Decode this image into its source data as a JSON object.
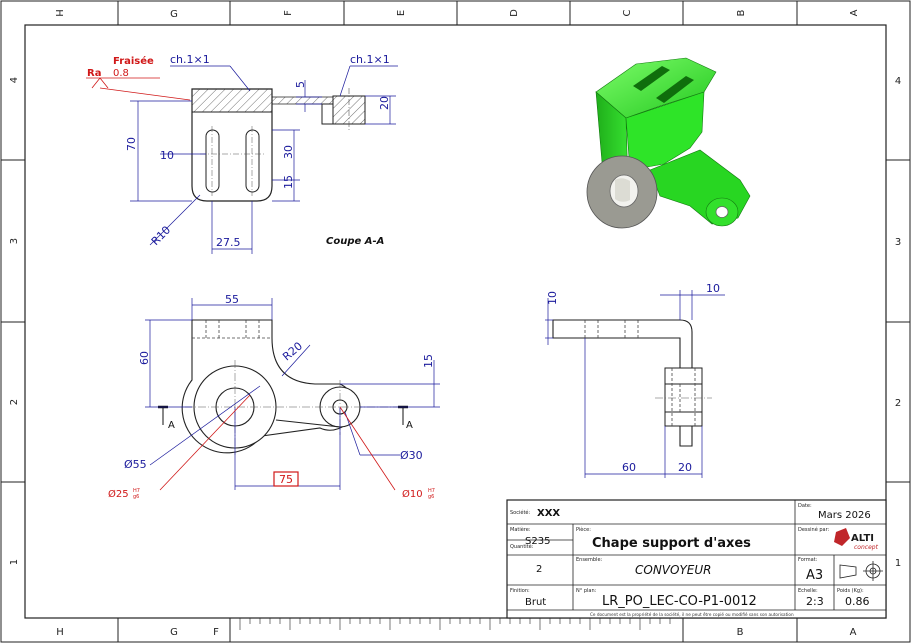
{
  "grid": {
    "columns": [
      "H",
      "G",
      "F",
      "E",
      "D",
      "C",
      "B",
      "A"
    ],
    "rows": [
      "4",
      "3",
      "2",
      "1"
    ],
    "bottom_columns": [
      "H",
      "G",
      "F",
      "B",
      "A"
    ]
  },
  "section_view": {
    "finish_label": "Fraisée",
    "ra_label": "Ra",
    "ra_value": "0.8",
    "chamfer_1": "ch.1×1",
    "chamfer_2": "ch.1×1",
    "dims": {
      "d5": "5",
      "d20": "20",
      "d70": "70",
      "d10": "10",
      "d30": "30",
      "d15": "15",
      "r10": "R10",
      "d27_5": "27.5"
    },
    "caption": "Coupe A-A"
  },
  "front_view": {
    "dims": {
      "d55": "55",
      "d60": "60",
      "r20": "R20",
      "d15": "15",
      "phi55": "Ø55",
      "phi30": "Ø30",
      "d75": "75"
    },
    "hole1": {
      "base": "Ø25",
      "upper": "H7",
      "lower": "g6"
    },
    "hole2": {
      "base": "Ø10",
      "upper": "H7",
      "lower": "g6"
    },
    "section_mark_left": "A",
    "section_mark_right": "A"
  },
  "side_view": {
    "dims": {
      "d10_left": "10",
      "d10_top": "10",
      "d60": "60",
      "d20": "20"
    }
  },
  "title_block": {
    "societe_label": "Société:",
    "societe_value": "XXX",
    "date_label": "Date:",
    "date_value": "Mars 2026",
    "matiere_label": "Matière:",
    "matiere_value": "S235",
    "piece_label": "Pièce:",
    "piece_value": "Chape support d'axes",
    "dessine_label": "Dessiné par:",
    "quantite_label": "Quantité:",
    "quantite_value": "2",
    "ensemble_label": "Ensemble:",
    "ensemble_value": "CONVOYEUR",
    "format_label": "Format:",
    "format_value": "A3",
    "finition_label": "Finition:",
    "finition_value": "Brut",
    "plan_label": "N° plan:",
    "plan_value": "LR_PO_LEC-CO-P1-0012",
    "echelle_label": "Echelle:",
    "echelle_value": "2:3",
    "poids_label": "Poids (Kg):",
    "poids_value": "0.86",
    "notice": "Ce document est la propriété de la société, il ne peut être copié ou modifié sans son autorisation",
    "logo_text": "ALTI",
    "logo_sub": "concept"
  },
  "colors": {
    "dimension": "#1a1a9c",
    "annotation": "#d01818",
    "part_green": "#22dd22",
    "bore_gray": "#9a9a92"
  }
}
